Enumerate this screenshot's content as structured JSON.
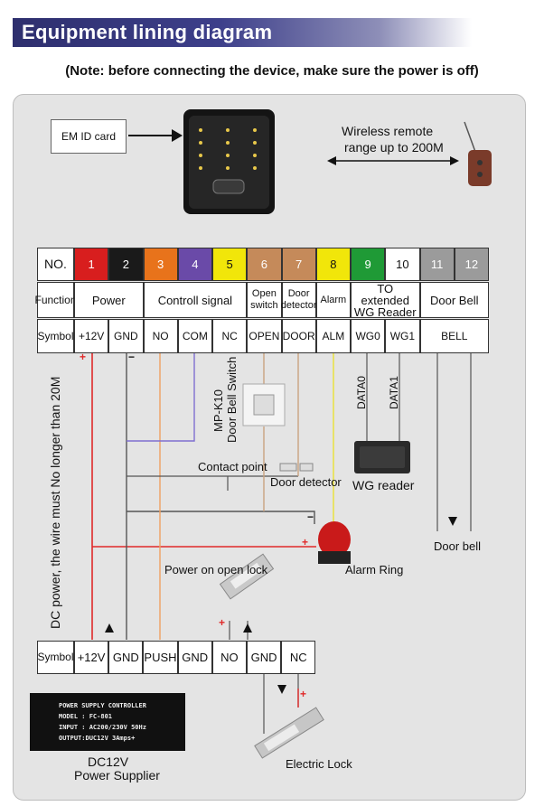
{
  "header": {
    "title": "Equipment lining diagram"
  },
  "note": "(Note: before connecting the device, make sure the power is off)",
  "card_label": "EM ID card",
  "wireless_label": [
    "Wireless remote",
    "range up to 200M"
  ],
  "terminal_table": {
    "no_header": "NO.",
    "function_header": "Function",
    "symbol_header": "Symbol",
    "numbers": [
      "1",
      "2",
      "3",
      "4",
      "5",
      "6",
      "7",
      "8",
      "9",
      "10",
      "11",
      "12"
    ],
    "number_colors": [
      "#d81e1e",
      "#1a1a1a",
      "#e8731b",
      "#6a4aa8",
      "#f1e60a",
      "#c58a5a",
      "#c58a5a",
      "#f1e60a",
      "#1f9a36",
      "#ffffff",
      "#9b9b9b",
      "#9b9b9b"
    ],
    "functions": [
      "Power",
      "Controll signal",
      "Open switch",
      "Door detector",
      "Alarm",
      "TO extended WG Reader",
      "Door Bell"
    ],
    "symbols": [
      "+12V",
      "GND",
      "NO",
      "COM",
      "NC",
      "OPEN",
      "DOOR",
      "ALM",
      "WG0",
      "WG1",
      "BELL"
    ]
  },
  "labels": {
    "dc_power_note": "DC power, the wire must No longer than 20M",
    "switch_model": "MP-K10",
    "switch_name": "Door Bell Switch",
    "data0": "DATA0",
    "data1": "DATA1",
    "contact_point": "Contact point",
    "door_detector": "Door detector",
    "wg_reader": "WG reader",
    "door_bell": "Door bell",
    "alarm_ring": "Alarm Ring",
    "power_on_open_lock": "Power on open lock",
    "electric_lock": "Electric Lock",
    "plus": "+",
    "minus": "−"
  },
  "supply_table": {
    "symbol_header": "Symbol",
    "symbols": [
      "+12V",
      "GND",
      "PUSH",
      "GND",
      "NO",
      "GND",
      "NC"
    ]
  },
  "power_supply": {
    "lines": [
      "POWER SUPPLY CONTROLLER",
      "MODEL : FC-801",
      "INPUT    : AC200/230V   50Hz",
      "OUTPUT:DUC12V  3Amps+"
    ],
    "caption": [
      "DC12V",
      "Power Supplier"
    ]
  },
  "colors": {
    "red_wire": "#e02a2a",
    "orange_wire": "#f0a060",
    "purple_wire": "#7f6fd0",
    "yellow_wire": "#e9e24a",
    "brown_wire": "#c9a27f",
    "header_dark": "#2e2f6e"
  }
}
